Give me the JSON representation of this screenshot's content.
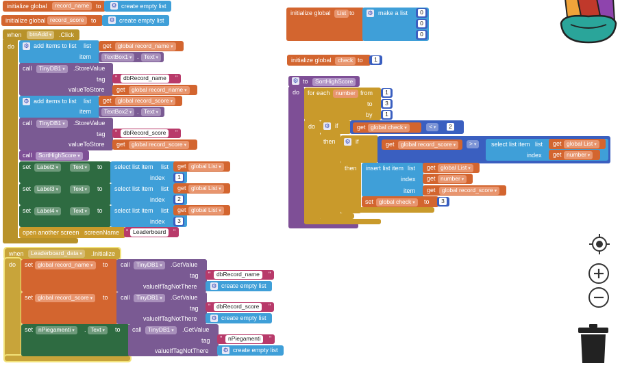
{
  "inits": {
    "record_name": {
      "kw": "initialize global",
      "name": "record_name",
      "to": "to",
      "value": "create empty list"
    },
    "record_score": {
      "kw": "initialize global",
      "name": "record_score",
      "to": "to",
      "value": "create empty list"
    },
    "list": {
      "kw": "initialize global",
      "name": "List",
      "to": "to",
      "value": "make a list",
      "items": [
        "0",
        "0",
        "0"
      ]
    },
    "check": {
      "kw": "initialize global",
      "name": "check",
      "to": "to",
      "value": "1"
    }
  },
  "btnAdd": {
    "when": "when",
    "component": "btnAdd",
    "event": ".Click",
    "do": "do",
    "add1": {
      "label": "add items to list",
      "list": "list",
      "get": "get",
      "var": "global record_name",
      "item": "item",
      "comp": "TextBox1",
      "prop": "Text"
    },
    "store1": {
      "call": "call",
      "comp": "TinyDB1",
      "method": ".StoreValue",
      "tag": "tag",
      "tagval": "dbRecord_name",
      "valueToStore": "valueToStore",
      "get": "get",
      "var": "global record_name"
    },
    "add2": {
      "label": "add items to list",
      "list": "list",
      "get": "get",
      "var": "global record_score",
      "item": "item",
      "comp": "TextBox2",
      "prop": "Text"
    },
    "store2": {
      "call": "call",
      "comp": "TinyDB1",
      "method": ".StoreValue",
      "tag": "tag",
      "tagval": "dbRecord_score",
      "valueToStore": "valueToStore",
      "get": "get",
      "var": "global record_score"
    },
    "callproc": {
      "call": "call",
      "name": "SortHighScore"
    },
    "sets": [
      {
        "set": "set",
        "comp": "Label2",
        "prop": "Text",
        "to": "to",
        "select": "select list item",
        "list": "list",
        "get": "get",
        "var": "global List",
        "index": "index",
        "n": "1"
      },
      {
        "set": "set",
        "comp": "Label3",
        "prop": "Text",
        "to": "to",
        "select": "select list item",
        "list": "list",
        "get": "get",
        "var": "global List",
        "index": "index",
        "n": "2"
      },
      {
        "set": "set",
        "comp": "Label4",
        "prop": "Text",
        "to": "to",
        "select": "select list item",
        "list": "list",
        "get": "get",
        "var": "global List",
        "index": "index",
        "n": "3"
      }
    ],
    "open": {
      "label": "open another screen",
      "screenName": "screenName",
      "value": "Leaderboard"
    }
  },
  "leaderboard": {
    "when": "when",
    "component": "Leaderboard_data",
    "event": ".Initialize",
    "do": "do",
    "rows": [
      {
        "set": "set",
        "var": "global record_name",
        "to": "to",
        "call": "call",
        "comp": "TinyDB1",
        "method": ".GetValue",
        "tag": "tag",
        "tagval": "dbRecord_name",
        "vitnt": "valueIfTagNotThere",
        "empty": "create empty list"
      },
      {
        "set": "set",
        "var": "global record_score",
        "to": "to",
        "call": "call",
        "comp": "TinyDB1",
        "method": ".GetValue",
        "tag": "tag",
        "tagval": "dbRecord_score",
        "vitnt": "valueIfTagNotThere",
        "empty": "create empty list"
      },
      {
        "set": "set",
        "comp": "nPiegamenti",
        "prop": "Text",
        "to": "to",
        "call": "call",
        "comp2": "TinyDB1",
        "method": ".GetValue",
        "tag": "tag",
        "tagval": "nPiegamenti",
        "vitnt": "valueIfTagNotThere",
        "empty": "create empty list"
      }
    ]
  },
  "proc": {
    "to": "to",
    "name": "SortHighScore",
    "do": "do",
    "for": {
      "label": "for each",
      "var": "number",
      "from": "from",
      "fromval": "1",
      "to": "to",
      "toval": "3",
      "by": "by",
      "byval": "1",
      "do": "do"
    },
    "if1": {
      "if": "if",
      "get": "get",
      "var": "global check",
      "op": "<",
      "n": "2",
      "then": "then"
    },
    "if2": {
      "if": "if",
      "get": "get",
      "var": "global record_score",
      "op": ">",
      "select": "select list item",
      "list": "list",
      "listget": "get",
      "listvar": "global List",
      "index": "index",
      "idxget": "get",
      "idxvar": "number",
      "then": "then"
    },
    "insert": {
      "label": "insert list item",
      "list": "list",
      "get": "get",
      "listvar": "global List",
      "index": "index",
      "idxvar": "number",
      "item": "item",
      "itemvar": "global record_score"
    },
    "setcheck": {
      "set": "set",
      "var": "global check",
      "to": "to",
      "n": "3"
    }
  },
  "icons": [
    "backpack-icon",
    "locate-icon",
    "zoom-in-icon",
    "zoom-out-icon",
    "trash-icon",
    "mutator-gear-icon"
  ]
}
